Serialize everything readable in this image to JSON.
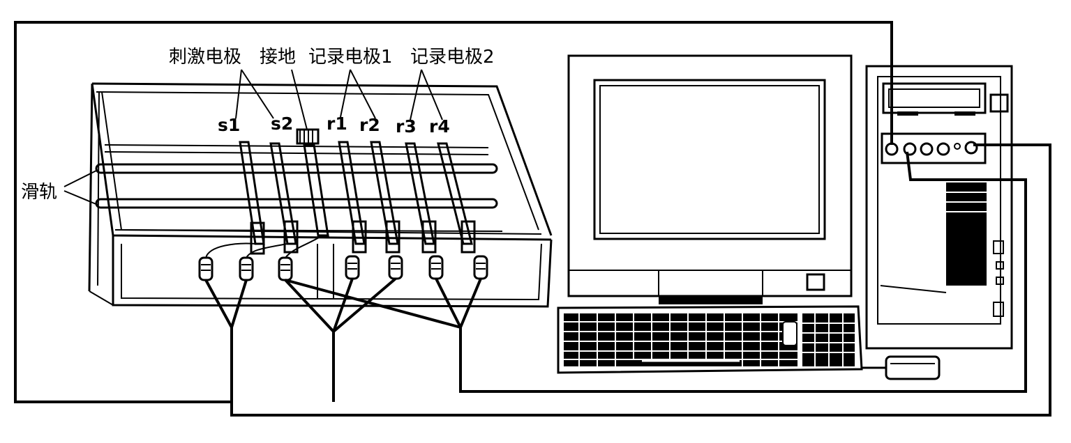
{
  "labels": {
    "stim": "刺激电极",
    "ground": "接地",
    "rec1": "记录电极1",
    "rec2": "记录电极2",
    "rail": "滑轨"
  },
  "electrodes": [
    "s1",
    "s2",
    "r1",
    "r2",
    "r3",
    "r4"
  ]
}
